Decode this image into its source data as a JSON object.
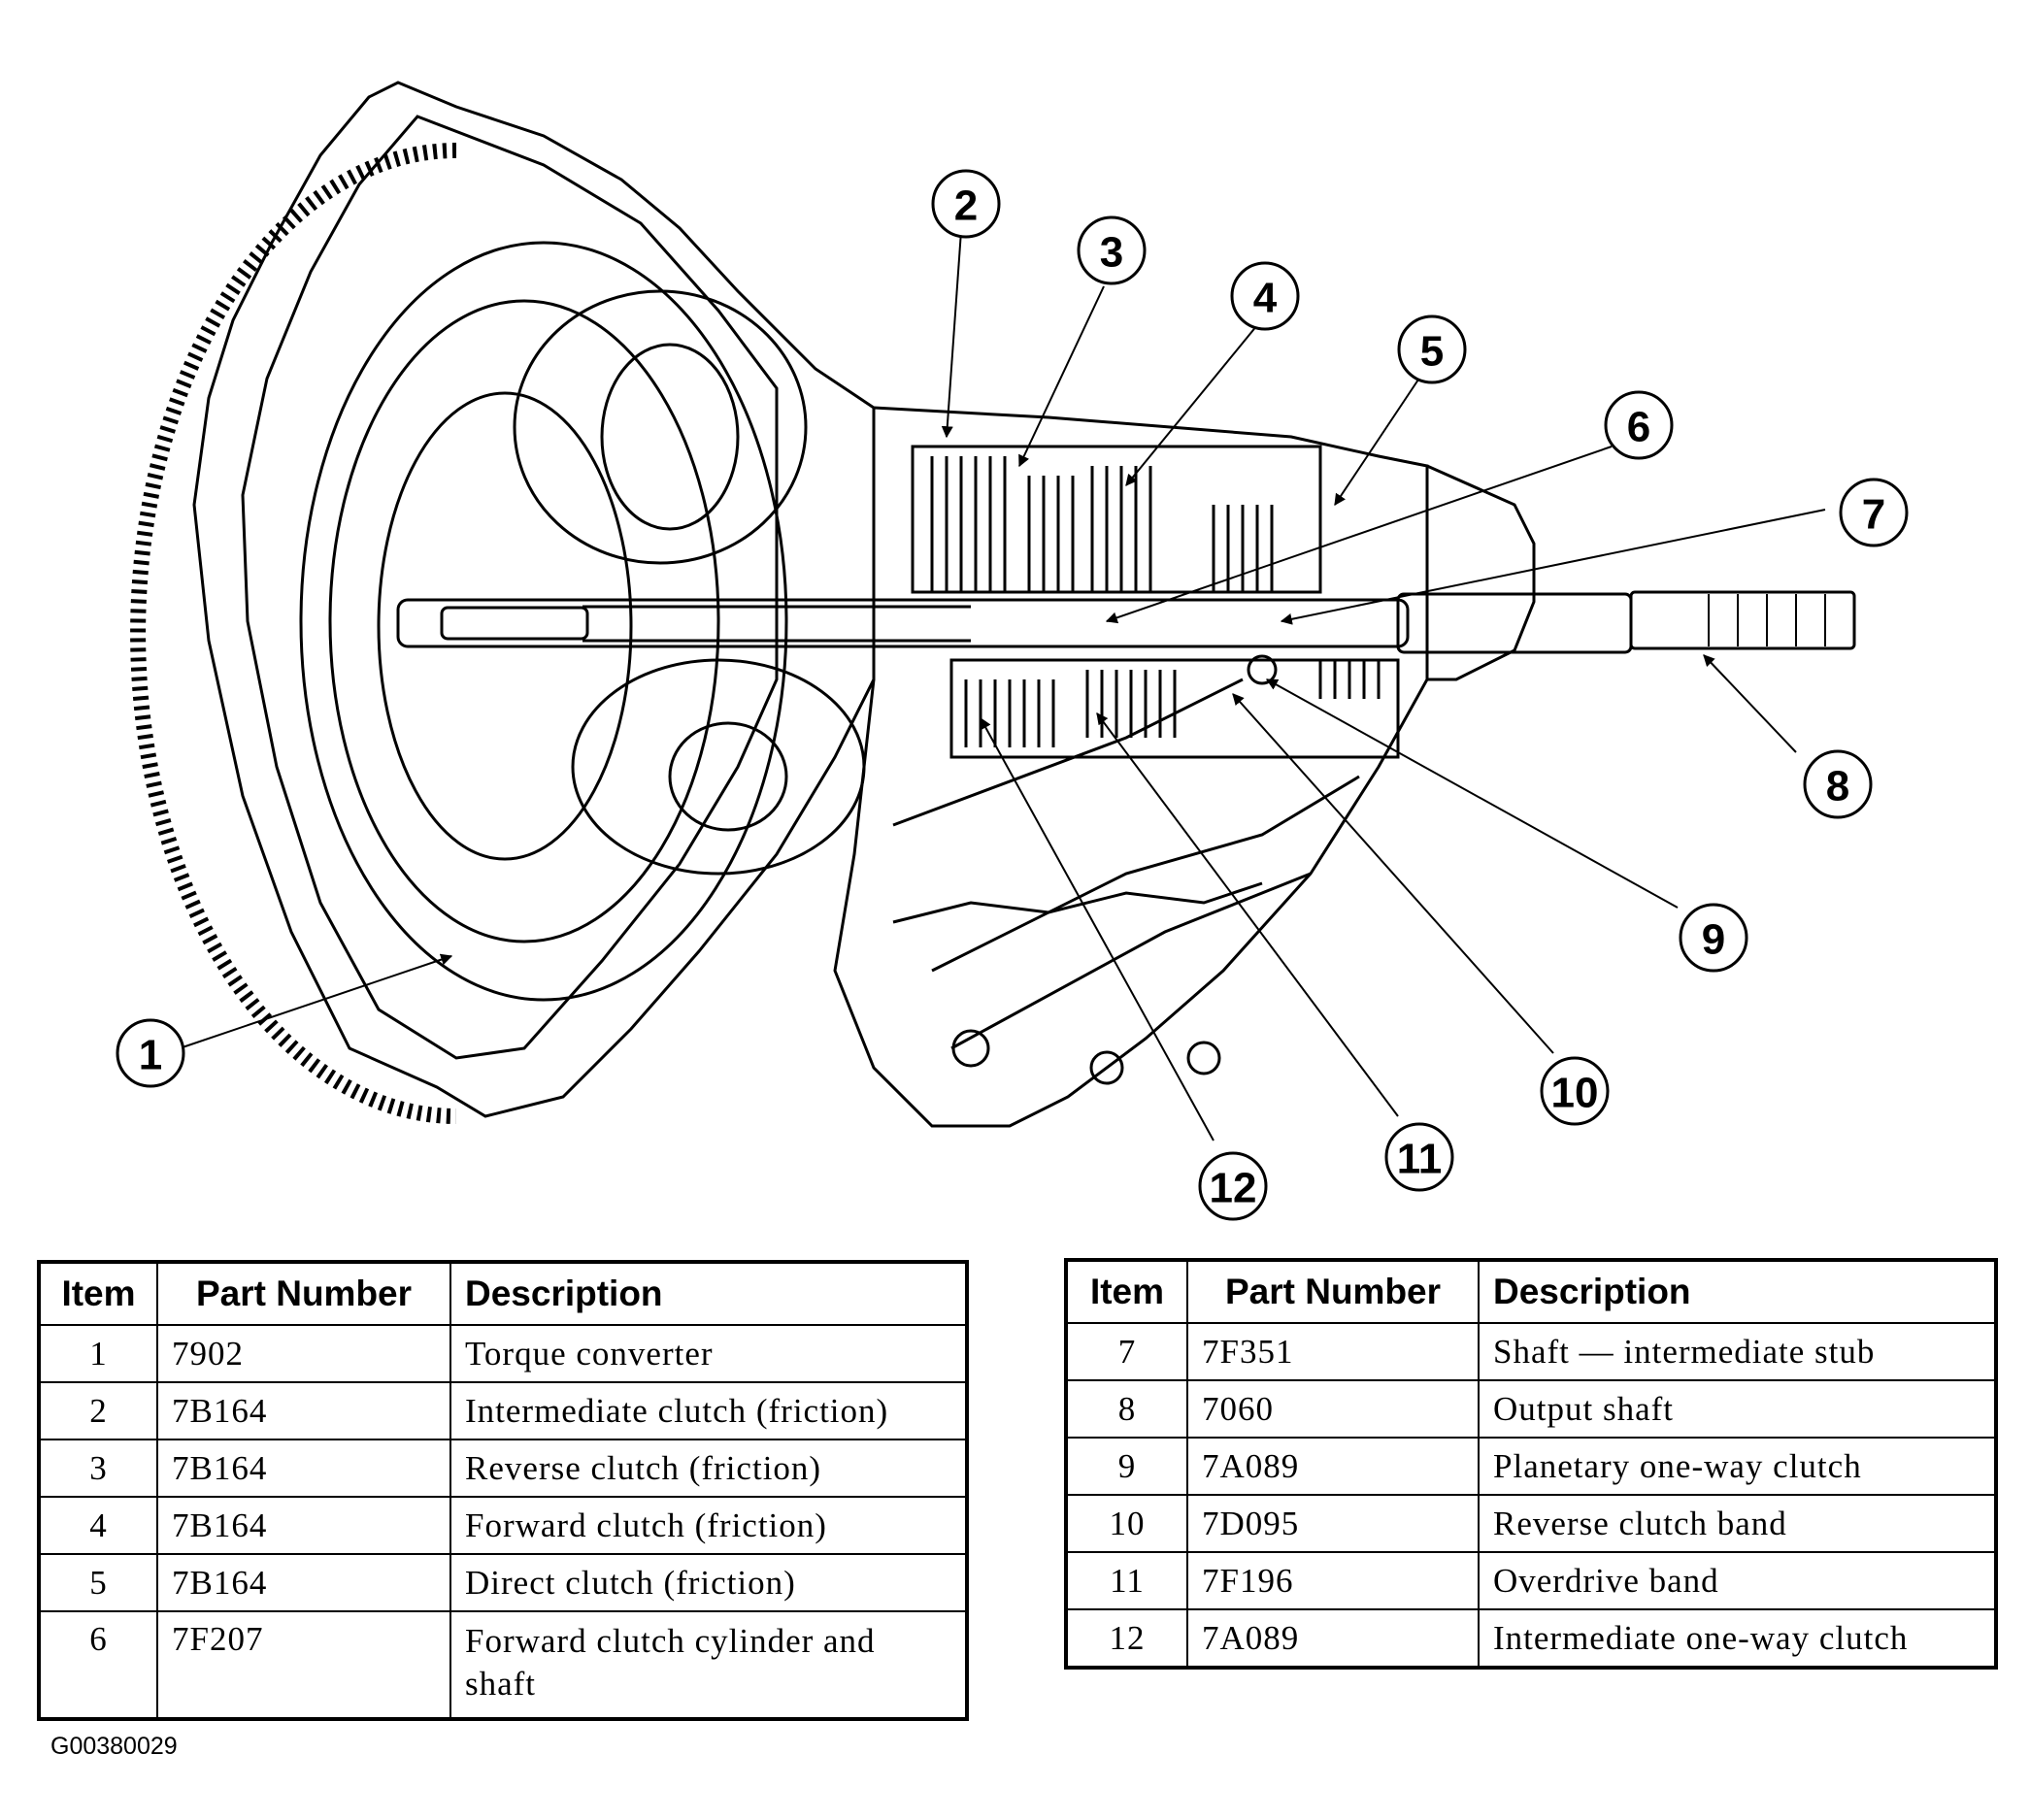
{
  "callouts": [
    "1",
    "2",
    "3",
    "4",
    "5",
    "6",
    "7",
    "8",
    "9",
    "10",
    "11",
    "12"
  ],
  "columns": {
    "item": "Item",
    "part_number": "Part Number",
    "description": "Description"
  },
  "parts_left": [
    {
      "item": "1",
      "part_number": "7902",
      "description": "Torque converter"
    },
    {
      "item": "2",
      "part_number": "7B164",
      "description": "Intermediate clutch (friction)"
    },
    {
      "item": "3",
      "part_number": "7B164",
      "description": "Reverse clutch (friction)"
    },
    {
      "item": "4",
      "part_number": "7B164",
      "description": "Forward clutch (friction)"
    },
    {
      "item": "5",
      "part_number": "7B164",
      "description": "Direct clutch (friction)"
    },
    {
      "item": "6",
      "part_number": "7F207",
      "description": "Forward clutch cylinder and shaft"
    }
  ],
  "parts_right": [
    {
      "item": "7",
      "part_number": "7F351",
      "description": "Shaft — intermediate stub"
    },
    {
      "item": "8",
      "part_number": "7060",
      "description": "Output shaft"
    },
    {
      "item": "9",
      "part_number": "7A089",
      "description": "Planetary one-way clutch"
    },
    {
      "item": "10",
      "part_number": "7D095",
      "description": "Reverse clutch band"
    },
    {
      "item": "11",
      "part_number": "7F196",
      "description": "Overdrive band"
    },
    {
      "item": "12",
      "part_number": "7A089",
      "description": "Intermediate one-way clutch"
    }
  ],
  "figure_code": "G00380029"
}
